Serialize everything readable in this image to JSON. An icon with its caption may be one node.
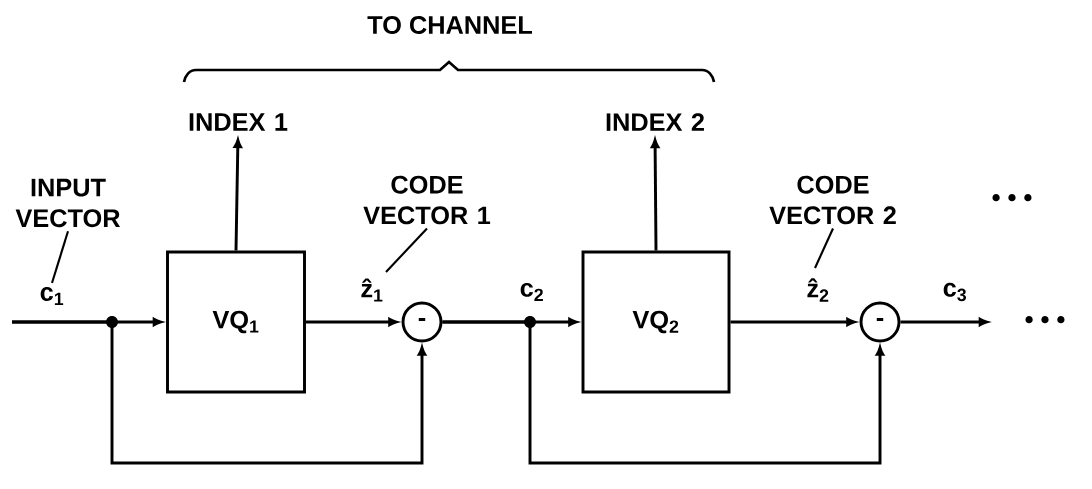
{
  "diagram": {
    "nodes": [
      {
        "text": [
          "INPUT VECTOR"
        ]
      },
      {
        "text": [
          "VQ$_{1}$"
        ]
      },
      {
        "text": [
          "-"
        ]
      },
      {
        "text": [
          "CODE VECTOR 1"
        ]
      },
      {
        "text": [
          "VQ$_{2}$"
        ]
      },
      {
        "text": [
          "-"
        ]
      },
      {
        "text": [
          "CODE VECTOR 2"
        ]
      },
      {
        "text": [
          "INDEX 1"
        ]
      },
      {
        "text": [
          "INDEX 2"
        ]
      }
    ],
    "edges": [
      {
        "from": null,
        "to": 1,
        "arrow": "to",
        "label": "c$_{1}$"
      },
      {
        "from": null,
        "to": 2,
        "arrow": "to"
      },
      {
        "from": 1,
        "to": 2,
        "arrow": "to",
        "label": "ẑ$_{1}$"
      },
      {
        "from": 1,
        "to": 7,
        "arrow": "to"
      },
      {
        "from": 2,
        "to": 4,
        "arrow": "to",
        "label": "c$_{2}$"
      },
      {
        "from": 2,
        "to": 5,
        "arrow": "to"
      },
      {
        "from": 4,
        "to": 5,
        "arrow": "to",
        "label": "ẑ$_{2}$"
      },
      {
        "from": 4,
        "to": 8,
        "arrow": "to"
      },
      {
        "from": 5,
        "to": null,
        "arrow": "to",
        "label": "c$_{3}$"
      },
      {
        "from": 0,
        "to": null,
        "arrow": "none"
      },
      {
        "from": 3,
        "to": null,
        "arrow": "none"
      },
      {
        "from": 6,
        "to": null,
        "arrow": "none"
      }
    ],
    "labels": [
      "TO CHANNEL",
      "• • •",
      "• • •"
    ]
  }
}
